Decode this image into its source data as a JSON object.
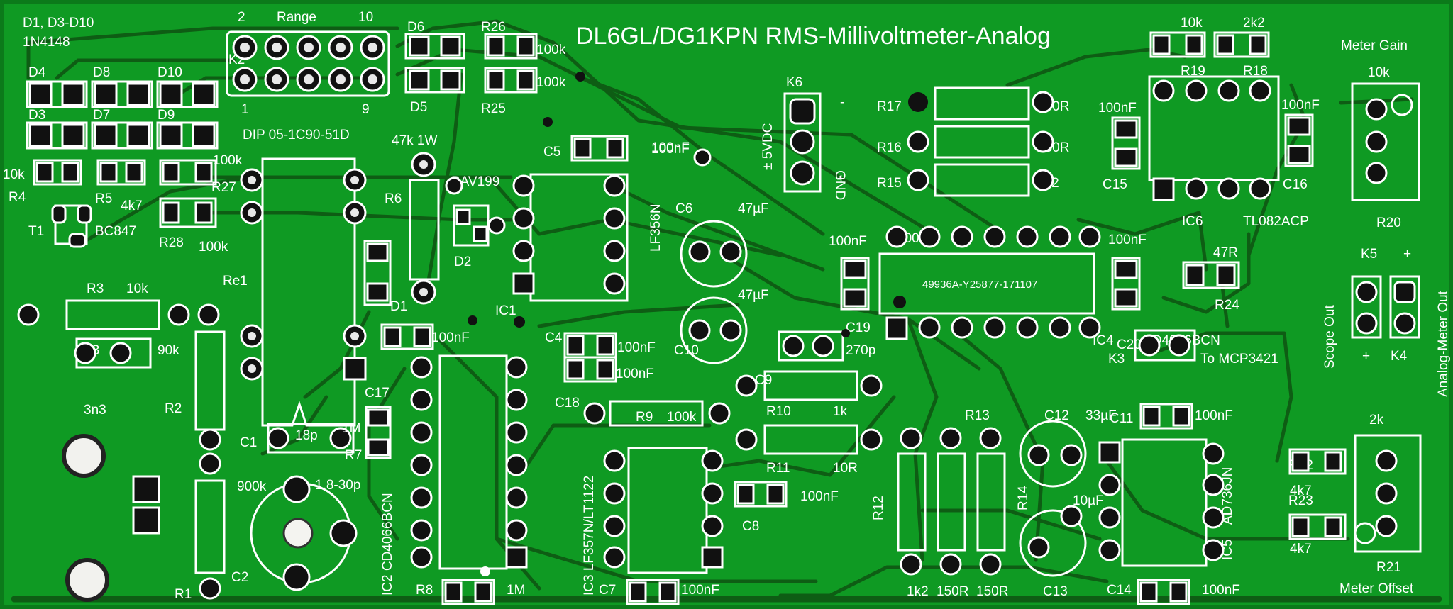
{
  "board": {
    "title": "DL6GL/DG1KPN RMS-Millivoltmeter-Analog",
    "pcb_color": "#0f9a23",
    "trace_color": "#0e5d14",
    "silk_color": "#ffffff",
    "pad_color": "#111111"
  },
  "diodes": {
    "header1": "D1, D3-D10",
    "header2": "1N4148",
    "d4": "D4",
    "d8": "D8",
    "d10": "D10",
    "d3": "D3",
    "d7": "D7",
    "d9": "D9",
    "d6": "D6",
    "d5": "D5",
    "d2": "D2",
    "d1": "D1",
    "bav": "BAV199"
  },
  "range": {
    "label": "Range",
    "n2": "2",
    "n10": "10",
    "n1": "1",
    "n9": "9",
    "k2": "K2",
    "dip": "DIP 05-1C90-51D"
  },
  "left": {
    "r4_val": "10k",
    "r4": "R4",
    "r5": "R5",
    "r5_val": "4k7",
    "t1": "T1",
    "t1_val": "BC847",
    "r27": "R27",
    "r27_val": "100k",
    "r28": "R28",
    "r28_val": "100k",
    "r6": "R6",
    "r6_val": "47k 1W",
    "re1": "Re1",
    "r3": "R3",
    "r3_val": "10k",
    "c3": "C3",
    "c3_val": "3n3",
    "r2": "R2",
    "r2_val": "90k",
    "c1": "C1",
    "c1_val": "18p",
    "r7": "R7",
    "r7_val": "1M",
    "c17": "C17",
    "r1": "R1",
    "c2": "C2",
    "r1_val": "900k",
    "trim": "1,8-30p"
  },
  "ic_labels": {
    "ic1": "IC1",
    "ic1_val": "LF356N",
    "ic2": "IC2 CD4066BCN",
    "ic3": "IC3 LF357N/LT1122",
    "ic4": "IC4",
    "ic4_val": "CD4066BCN",
    "ic4_chip": "49936A-Y25877-171107",
    "ic5": "IC5",
    "ic5_val": "AD736JN",
    "ic6": "IC6",
    "ic6_val": "TL082ACP"
  },
  "mid": {
    "r26": "R26",
    "r26_val": "100k",
    "r25": "R25",
    "r25_val": "100k",
    "c5": "C5",
    "c5_val": "100nF",
    "c6": "C6",
    "c6_val": "47µF",
    "c10": "C10",
    "c10_val": "47µF",
    "c4": "C4",
    "c4_val": "100nF",
    "c18": "C18",
    "c18_val": "100nF",
    "c17_val": "100nF",
    "r9": "R9",
    "r9_val": "100k",
    "r8": "R8",
    "r8_val": "1M",
    "c7": "C7",
    "c7_val": "100nF",
    "c8": "C8",
    "c8_val": "100nF",
    "k6": "K6",
    "k6_v": "± 5VDC",
    "k6_gnd": "GND",
    "k6_minus": "-",
    "k6_plus": "+",
    "c9": "C9",
    "c9_val": "270p",
    "c19": "C19",
    "c19_val": "100nF",
    "r10": "R10",
    "r10_val": "1k",
    "r11": "R11",
    "r11_val": "10R"
  },
  "right": {
    "r17": "R17",
    "r17_val": "150R",
    "r16": "R16",
    "r16_val": "150R",
    "r15": "R15",
    "r15_val": "1k2",
    "r19": "R19",
    "r19_val": "10k",
    "r18": "R18",
    "r18_val": "2k2",
    "c15": "C15",
    "c15_val": "100nF",
    "c16": "C16",
    "c16_val": "100nF",
    "c20": "C20",
    "c20_val": "100nF",
    "meter_gain": "Meter Gain",
    "r20_val": "10k",
    "r20": "R20",
    "r24": "R24",
    "r24_val": "47R",
    "k5": "K5",
    "k5_plus": "+",
    "scope_out": "Scope Out",
    "k4": "K4",
    "k4_plus": "+",
    "analog_out": "Analog-Meter Out",
    "k3": "K3",
    "k3_label": "To MCP3421",
    "c11": "C11",
    "c11_val": "100nF",
    "c12": "C12",
    "c12_val": "33µF",
    "c13": "C13",
    "c13_val": "10µF",
    "r12": "R12",
    "r12_val": "1k2",
    "r13": "R13",
    "r13_val": "150R",
    "r14": "R14",
    "r14_val": "150R",
    "c14": "C14",
    "c14_val": "100nF",
    "r22": "R22",
    "r22_val": "4k7",
    "r23": "R23",
    "r23_val": "4k7",
    "r21": "R21",
    "r21_val": "2k",
    "meter_offset": "Meter Offset"
  }
}
